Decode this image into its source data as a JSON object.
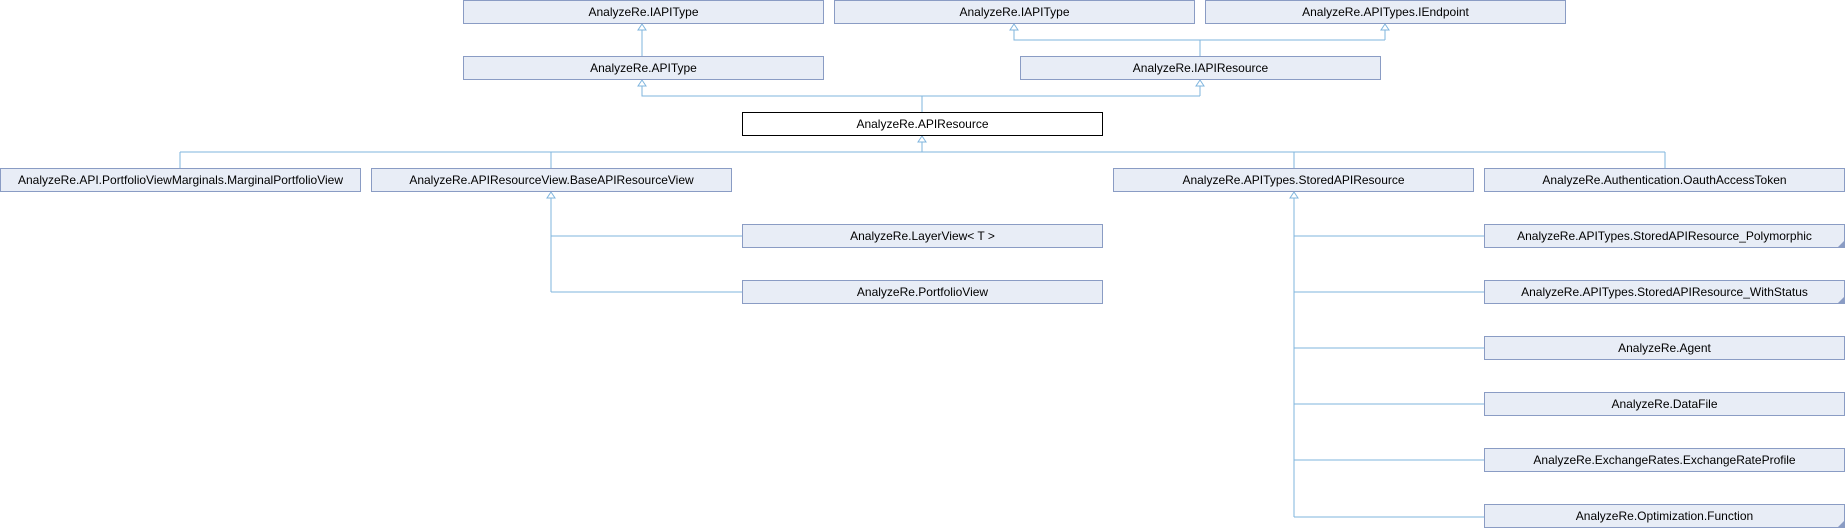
{
  "diagram": {
    "nodes": {
      "iapitype_1": "AnalyzeRe.IAPIType",
      "iapitype_2": "AnalyzeRe.IAPIType",
      "iendpoint": "AnalyzeRe.APITypes.IEndpoint",
      "apitype": "AnalyzeRe.APIType",
      "iapiresource": "AnalyzeRe.IAPIResource",
      "apiresource": "AnalyzeRe.APIResource",
      "marginal_portfolio_view": "AnalyzeRe.API.PortfolioViewMarginals.MarginalPortfolioView",
      "base_api_resource_view": "AnalyzeRe.APIResourceView.BaseAPIResourceView",
      "stored_api_resource": "AnalyzeRe.APITypes.StoredAPIResource",
      "oauth_access_token": "AnalyzeRe.Authentication.OauthAccessToken",
      "layer_view": "AnalyzeRe.LayerView< T >",
      "portfolio_view": "AnalyzeRe.PortfolioView",
      "stored_polymorphic": "AnalyzeRe.APITypes.StoredAPIResource_Polymorphic",
      "stored_with_status": "AnalyzeRe.APITypes.StoredAPIResource_WithStatus",
      "agent": "AnalyzeRe.Agent",
      "data_file": "AnalyzeRe.DataFile",
      "exchange_rate_profile": "AnalyzeRe.ExchangeRates.ExchangeRateProfile",
      "optimization_function": "AnalyzeRe.Optimization.Function"
    },
    "colors": {
      "node_fill": "#e8edf6",
      "node_border": "#8a9cc4",
      "current_border": "#000000",
      "edge": "#7fb5de"
    }
  }
}
